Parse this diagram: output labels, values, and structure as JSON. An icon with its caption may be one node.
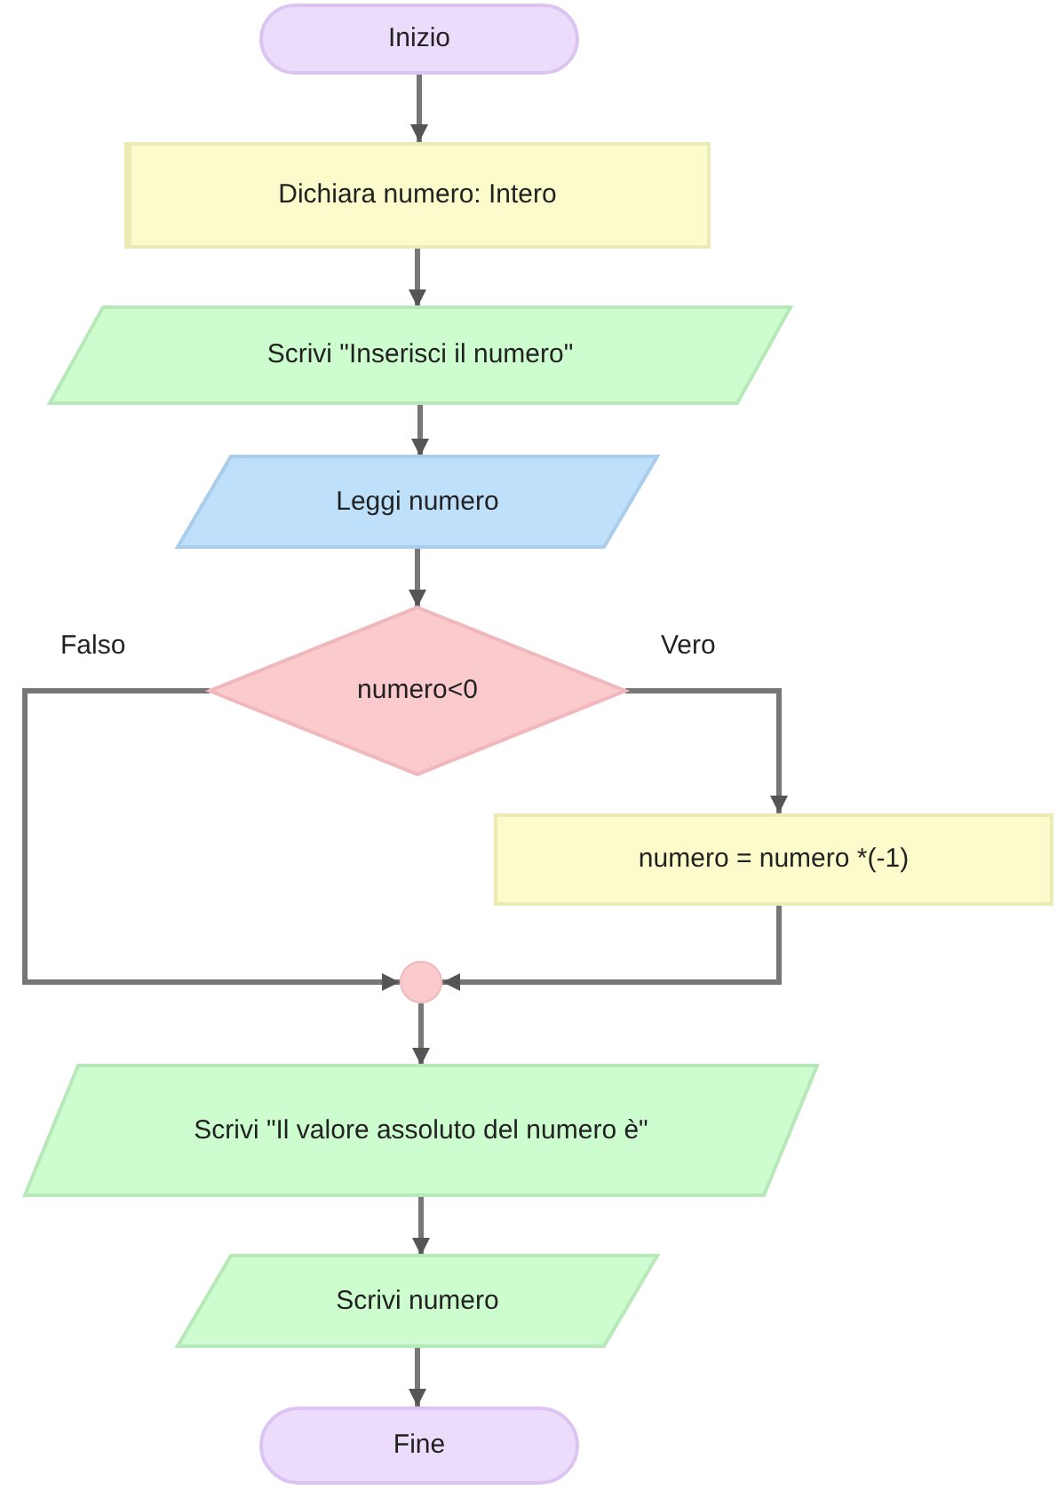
{
  "diagram": {
    "nodes": [
      {
        "text": [
          "Inizio"
        ]
      },
      {
        "text": [
          "Dichiara numero: Intero"
        ]
      },
      {
        "text": [
          "Scrivi \"Inserisci il numero\""
        ]
      },
      {
        "text": [
          "Leggi numero"
        ]
      },
      {
        "text": [
          "numero<0"
        ]
      },
      {
        "text": [
          "numero = numero *(-1)"
        ]
      },
      {
        "text": [],
        "shape": "circle"
      },
      {
        "text": [
          "Scrivi \"Il valore assoluto del numero è\""
        ]
      },
      {
        "text": [
          "Scrivi numero"
        ]
      },
      {
        "text": [
          "Fine"
        ]
      }
    ],
    "edges": [
      {
        "from": 0,
        "to": 1,
        "arrow": "to"
      },
      {
        "from": 1,
        "to": 2,
        "arrow": "to"
      },
      {
        "from": 2,
        "to": 3,
        "arrow": "to"
      },
      {
        "from": 3,
        "to": 4,
        "arrow": "to"
      },
      {
        "from": 4,
        "to": 6,
        "arrow": "to",
        "label": "Falso"
      },
      {
        "from": 4,
        "to": 5,
        "arrow": "to",
        "label": "Vero"
      },
      {
        "from": 5,
        "to": 6,
        "arrow": "to"
      },
      {
        "from": 6,
        "to": 7,
        "arrow": "to"
      },
      {
        "from": 7,
        "to": 8,
        "arrow": "to"
      },
      {
        "from": 8,
        "to": 9,
        "arrow": "to"
      }
    ]
  }
}
